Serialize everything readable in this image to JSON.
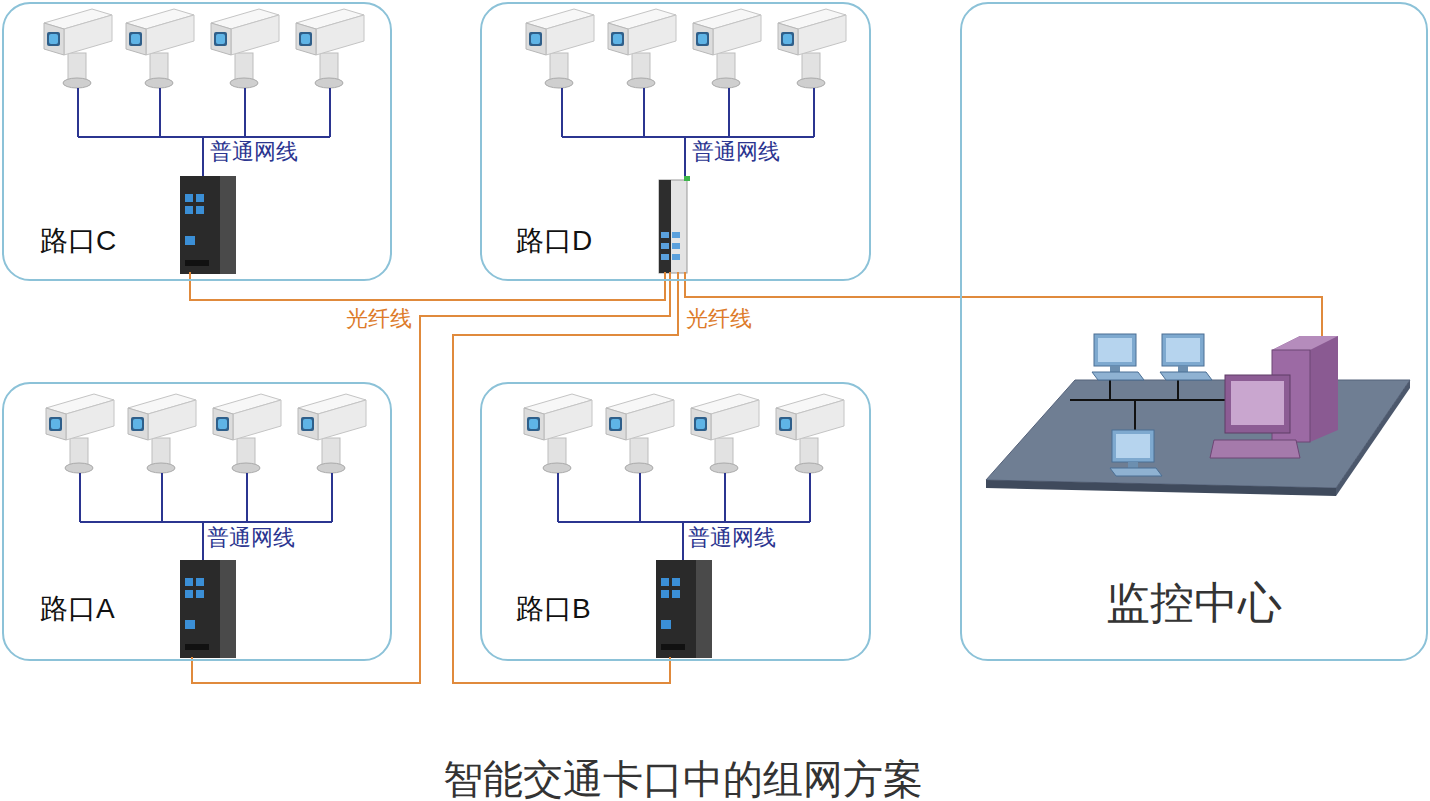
{
  "diagram": {
    "caption": "智能交通卡口中的组网方案",
    "nodes": [
      {
        "text": [
          "路口C"
        ]
      },
      {
        "text": [
          "路口D"
        ]
      },
      {
        "text": [
          "路口A"
        ]
      },
      {
        "text": [
          "路口B"
        ]
      },
      {
        "text": [
          "监控中心"
        ]
      }
    ],
    "edges": [
      {
        "from": 0,
        "to": 1,
        "arrow": "none"
      },
      {
        "from": 2,
        "to": 1,
        "arrow": "none"
      },
      {
        "from": 3,
        "to": 1,
        "arrow": "none"
      },
      {
        "from": 1,
        "to": 4,
        "arrow": "none"
      }
    ],
    "labels": [
      "普通网线",
      "普通网线",
      "普通网线",
      "普通网线",
      "光纤线",
      "光纤线"
    ]
  }
}
